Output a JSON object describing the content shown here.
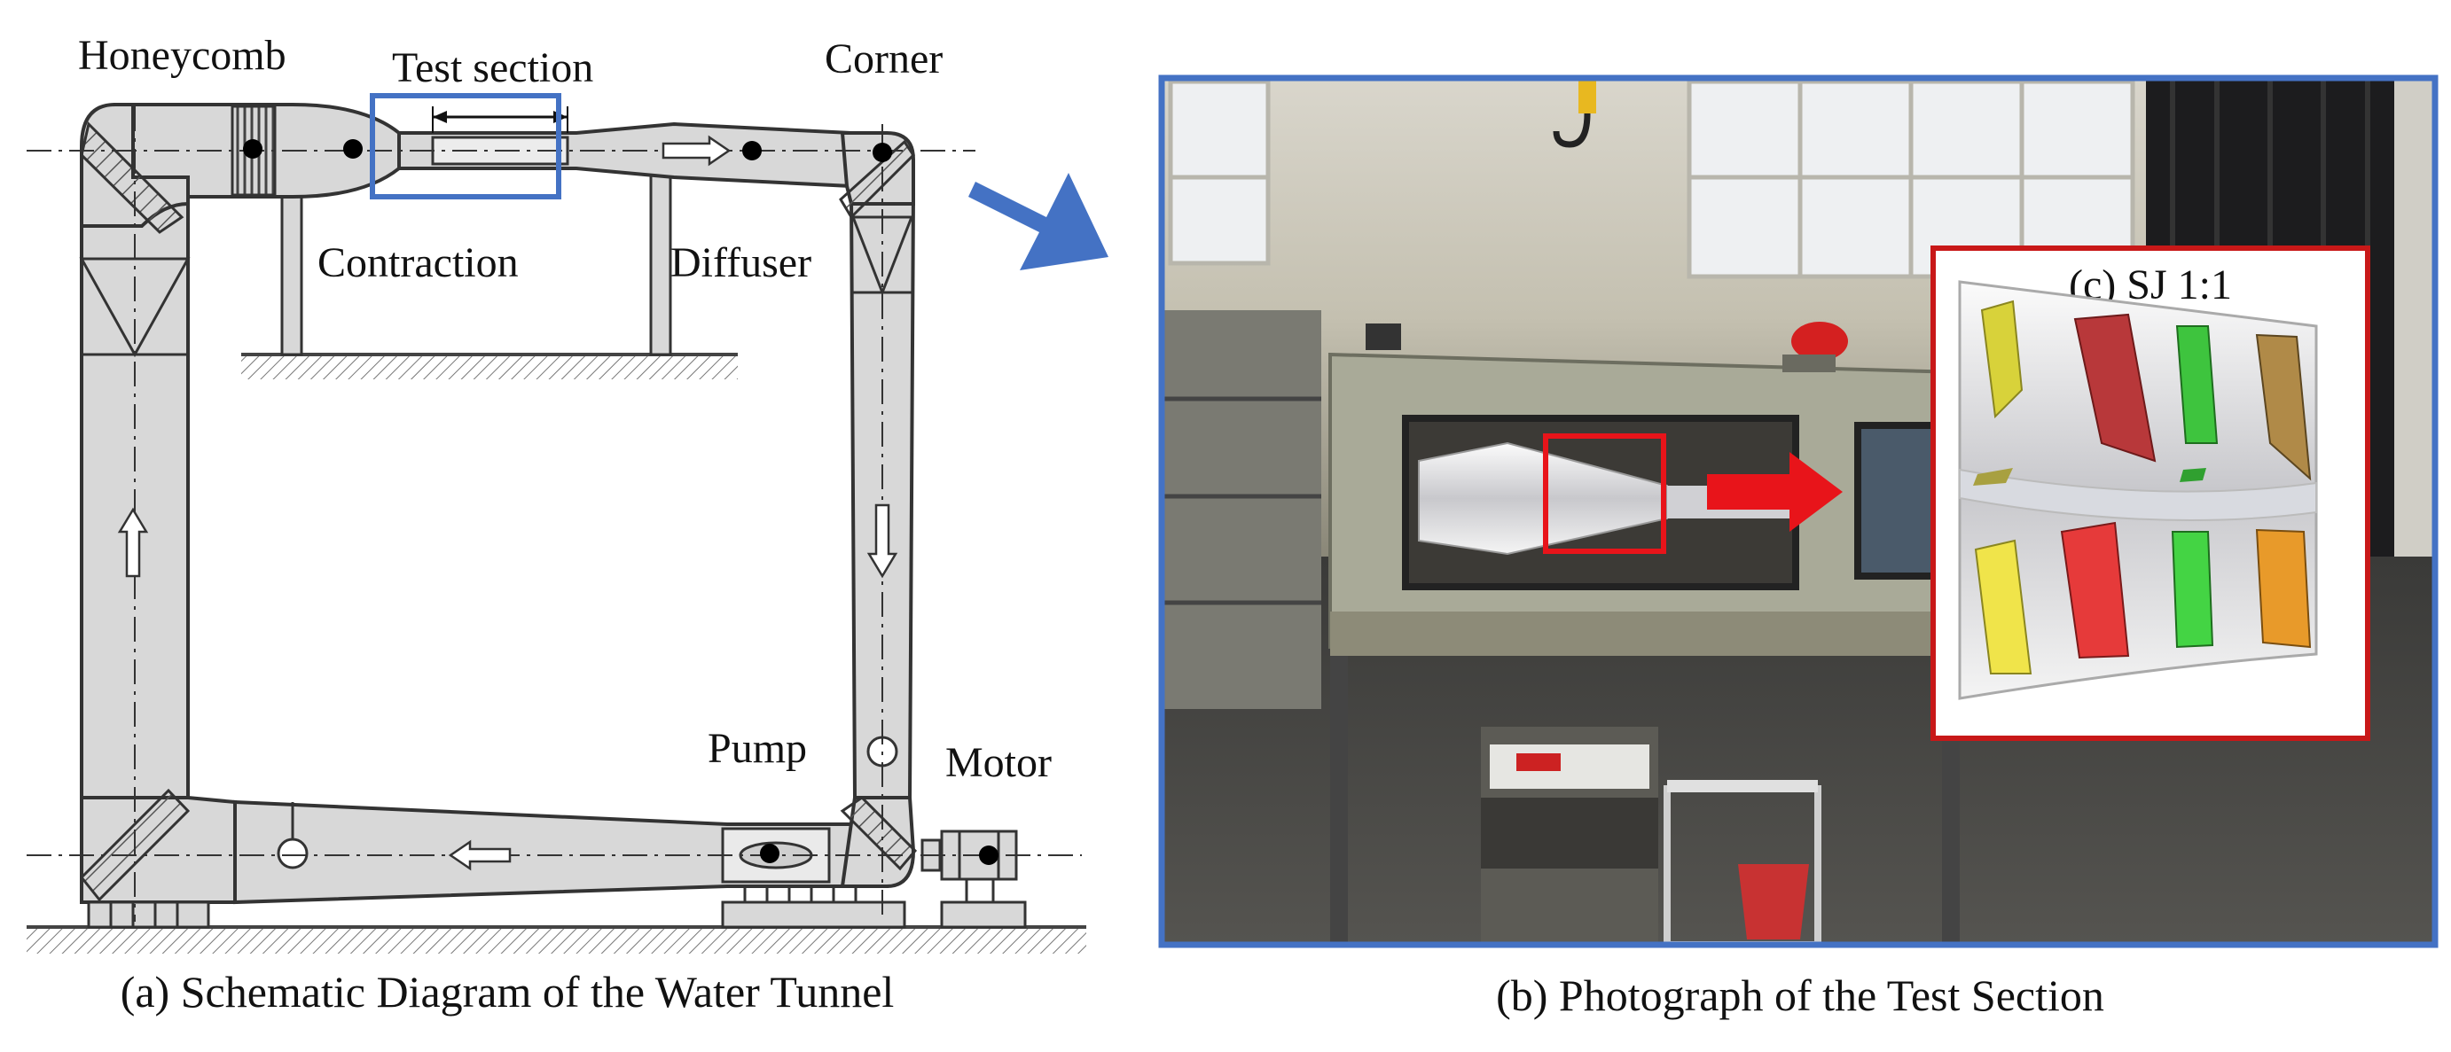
{
  "schematic": {
    "labels": {
      "honeycomb": "Honeycomb",
      "test_section": "Test section",
      "corner": "Corner",
      "contraction": "Contraction",
      "diffuser": "Diffuser",
      "pump": "Pump",
      "motor": "Motor"
    },
    "caption": "(a) Schematic Diagram of the Water Tunnel"
  },
  "photo": {
    "caption": "(b) Photograph of the Test Section",
    "inset": {
      "title": "(c) SJ 1:1",
      "blade_colors": [
        "#d8d23a",
        "#b8383a",
        "#3ec43e",
        "#b08a48"
      ],
      "blade_colors_lower": [
        "#f0e44a",
        "#e63a3a",
        "#44d444",
        "#e89a2a"
      ]
    }
  },
  "colors": {
    "frame_blue": "#4472c4",
    "highlight_red": "#e8141a",
    "tunnel_fill": "#d8d8d8",
    "tunnel_stroke": "#333333"
  }
}
